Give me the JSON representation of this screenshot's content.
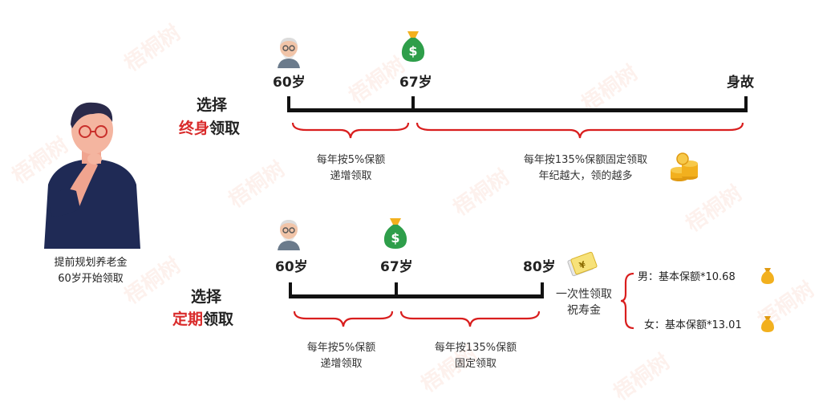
{
  "person_caption": {
    "line1": "提前规划养老金",
    "line2": "60岁开始领取"
  },
  "option1": {
    "title_prefix": "选择",
    "highlight": "终身",
    "suffix": "领取",
    "ages": {
      "start": "60岁",
      "mid": "67岁",
      "end": "身故"
    },
    "phase1": {
      "line1": "每年按5%保额",
      "line2": "递增领取"
    },
    "phase2": {
      "line1": "每年按135%保额固定领取",
      "line2": "年纪越大，领的越多"
    }
  },
  "option2": {
    "title_prefix": "选择",
    "highlight": "定期",
    "suffix": "领取",
    "ages": {
      "start": "60岁",
      "mid": "67岁",
      "end": "80岁"
    },
    "phase1": {
      "line1": "每年按5%保额",
      "line2": "递增领取"
    },
    "phase2": {
      "line1": "每年按135%保额",
      "line2": "固定领取"
    },
    "lump": {
      "line1": "一次性领取",
      "line2": "祝寿金"
    },
    "male": "男：基本保额*10.68",
    "female": "女：基本保额*13.01"
  },
  "watermark": "梧桐树",
  "colors": {
    "accent": "#d92b2b",
    "line": "#111111",
    "money_green": "#2e9e4a",
    "gold": "#f2b01e"
  }
}
